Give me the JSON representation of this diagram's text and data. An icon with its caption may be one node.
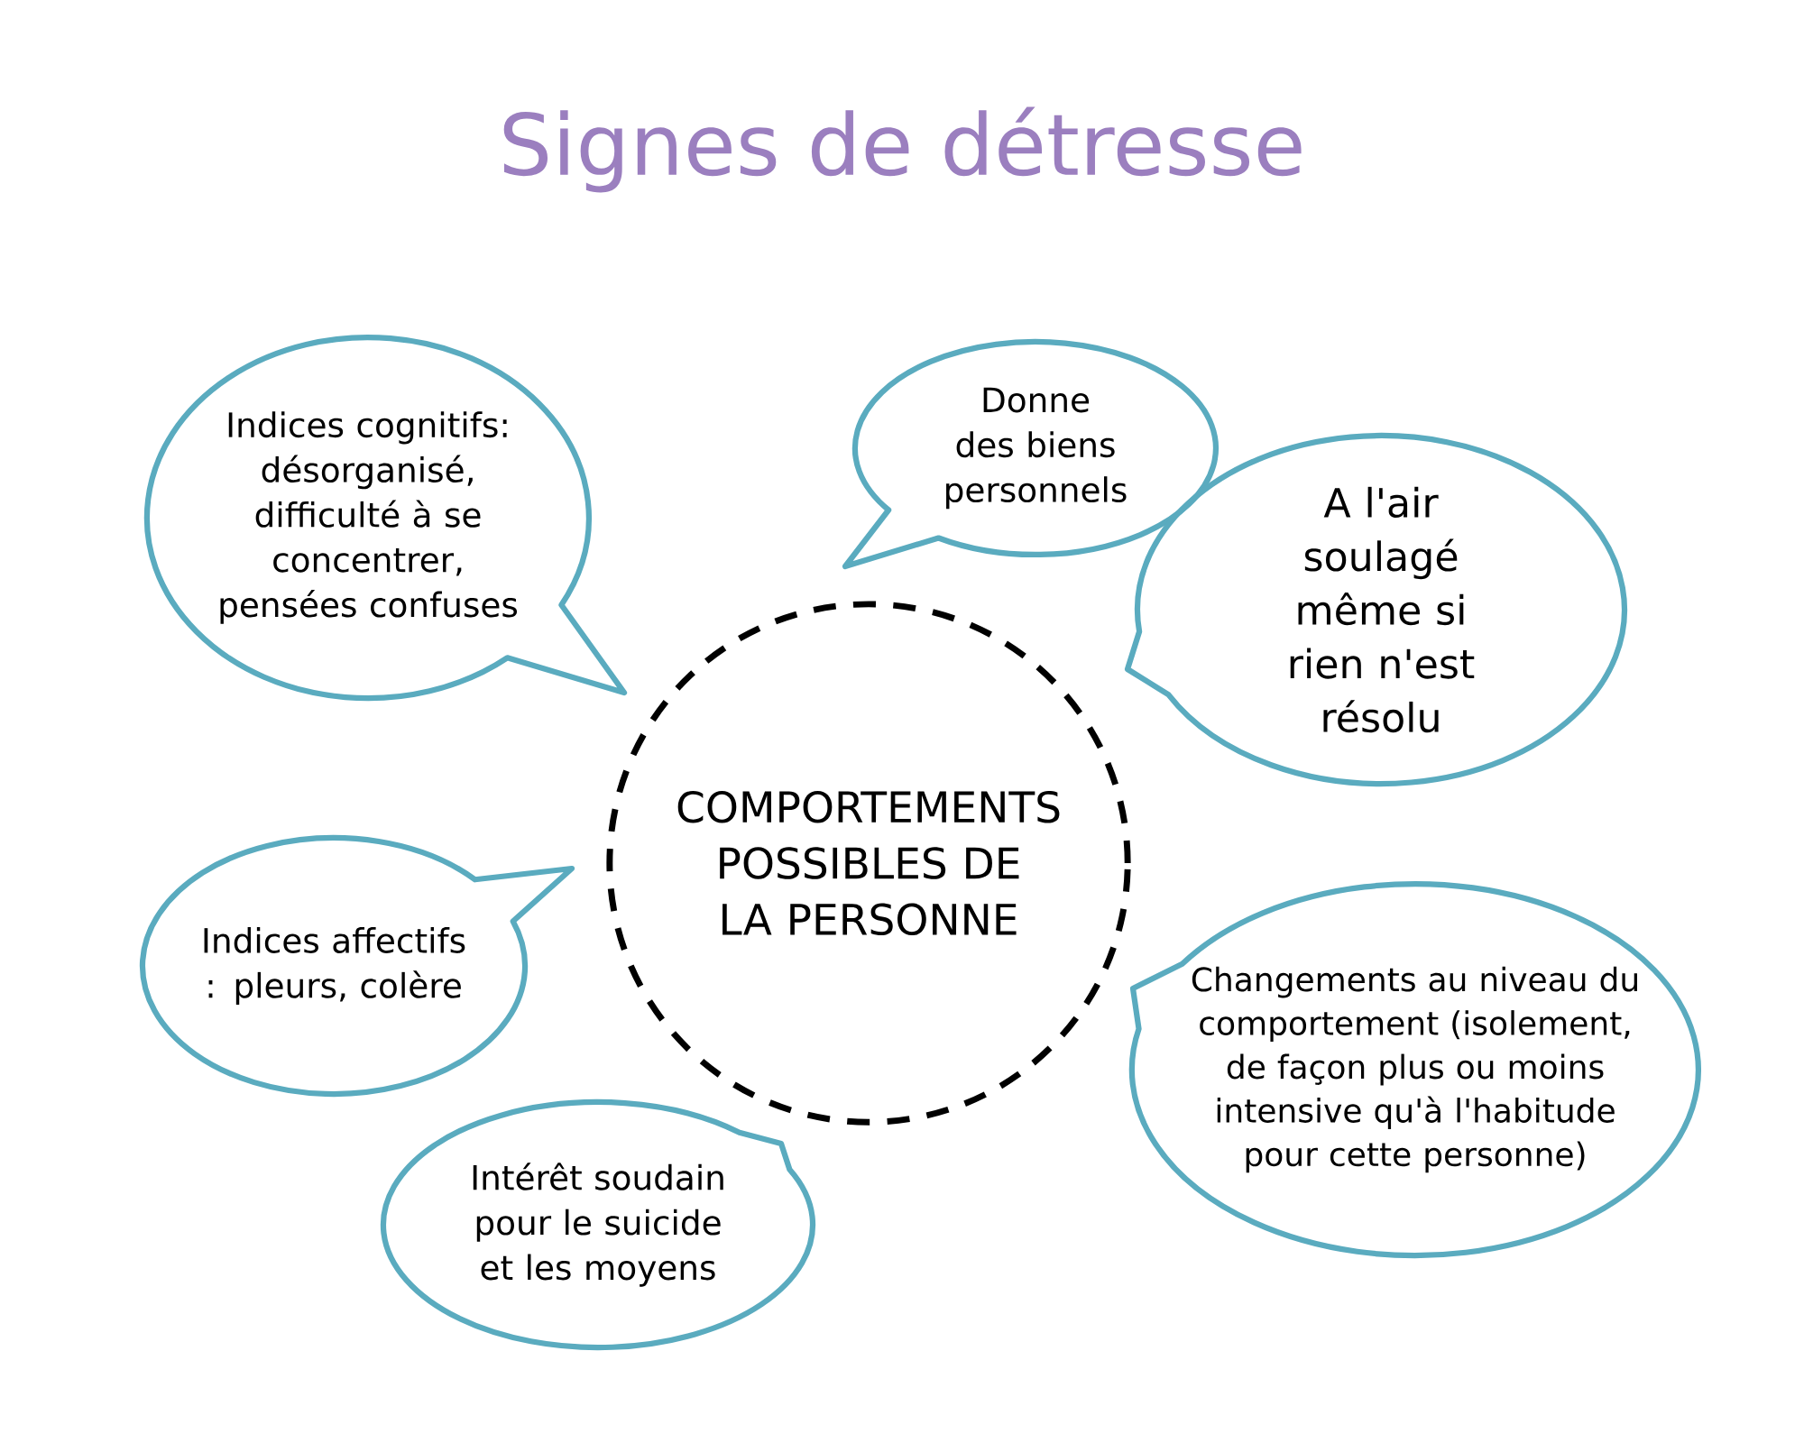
{
  "diagram": {
    "title": "Signes de détresse",
    "nodes": [
      {
        "text": [
          "Indices cognitifs: désorganisé, difficulté à se concentrer, pensées confuses"
        ]
      },
      {
        "text": [
          "Donne des biens personnels"
        ]
      },
      {
        "text": [
          "A l'air soulagé même si rien n'est résolu"
        ]
      },
      {
        "text": [
          "COMPORTEMENTS POSSIBLES DE LA PERSONNE"
        ]
      },
      {
        "text": [
          "Indices affectifs : pleurs, colère"
        ]
      },
      {
        "text": [
          "Changements au niveau du comportement (isolement, de façon plus ou moins intensive qu'à l'habitude pour cette personne)"
        ]
      },
      {
        "text": [
          "Intérêt soudain pour le suicide et les moyens"
        ]
      }
    ]
  }
}
